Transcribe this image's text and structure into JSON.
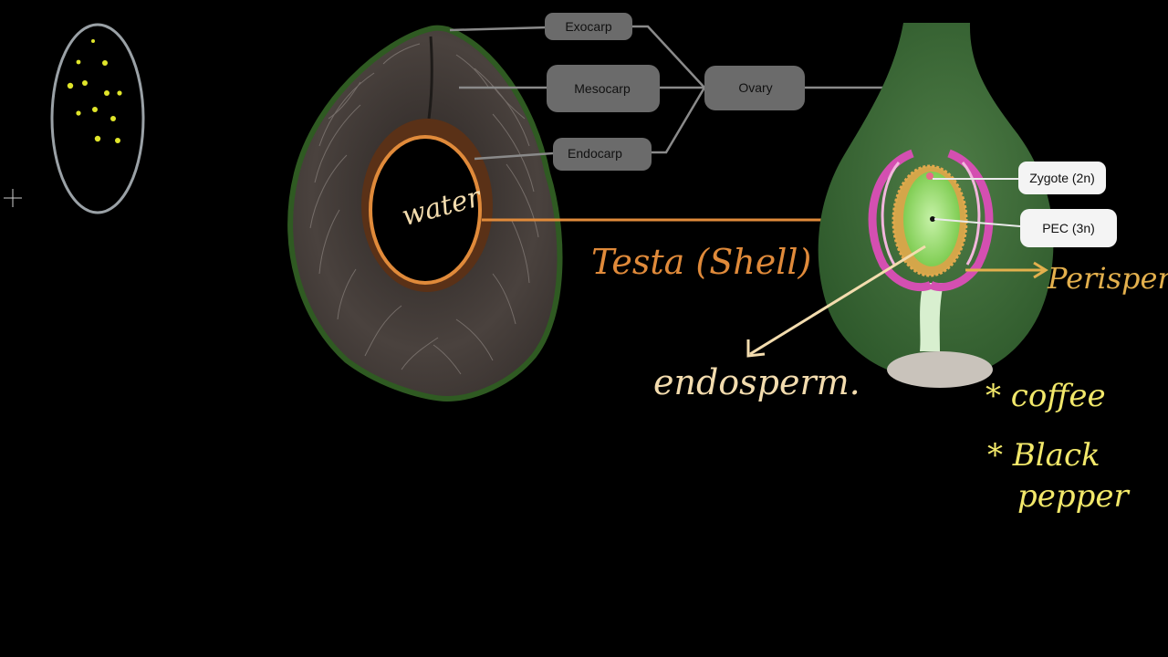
{
  "labels": {
    "exocarp": "Exocarp",
    "mesocarp": "Mesocarp",
    "endocarp": "Endocarp",
    "ovary": "Ovary",
    "zygote": "Zygote (2n)",
    "pec": "PEC (3n)"
  },
  "annotations": {
    "water": "water",
    "testa": "Testa (Shell)",
    "endosperm": "endosperm.",
    "perisperm": "Perisperm",
    "coffee": "* coffee",
    "black": "* Black",
    "pepper": "pepper"
  },
  "colors": {
    "background": "#000000",
    "box_fill": "#6b6b6b",
    "box_text": "#111111",
    "white_box": "#f4f4f4",
    "orange_annotation": "#e08a3a",
    "cream_annotation": "#f3dcae",
    "yellow_annotation": "#f2e86a",
    "perisperm_annotation": "#e3b04d",
    "coconut_husk": "#3a3431",
    "coconut_outline": "#2f5a22",
    "shell": "#5a3117",
    "ovule_green": "#3e6b3a",
    "pink": "#d44fb1",
    "dots": "#e0e52a"
  },
  "icons": {
    "crosshair": "crosshair-icon"
  }
}
